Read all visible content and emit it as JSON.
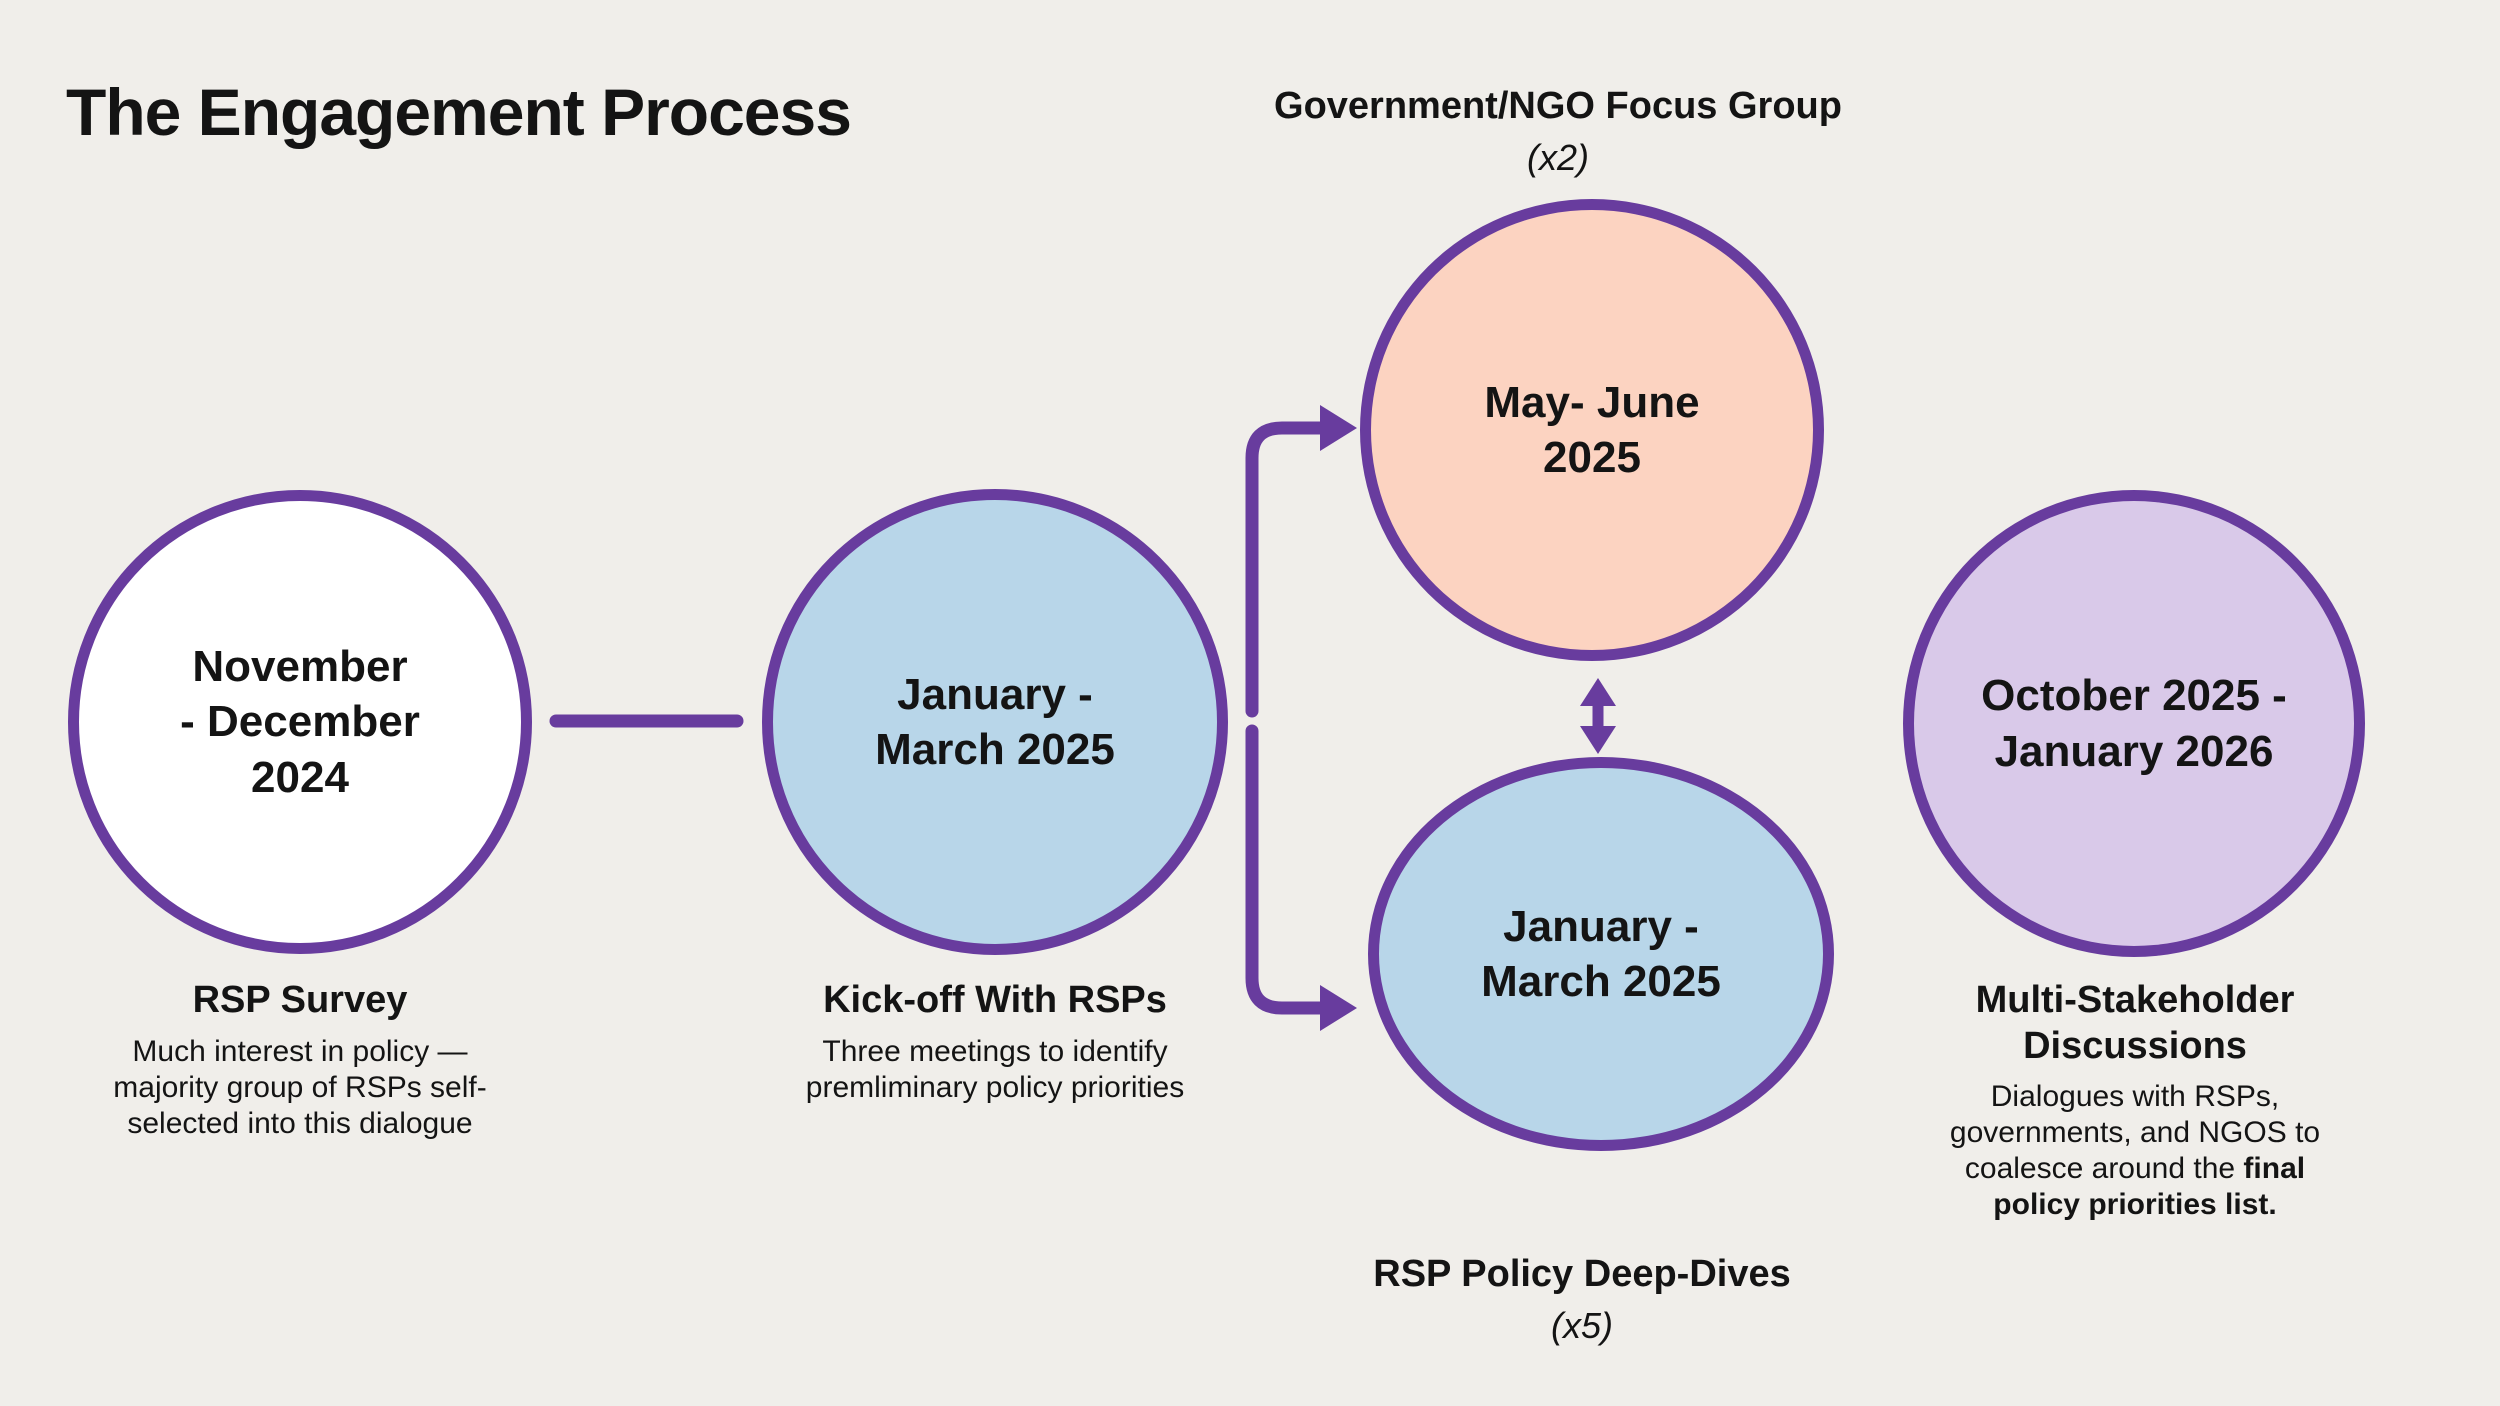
{
  "title": "The Engagement Process",
  "colors": {
    "background": "#f0eeea",
    "purple": "#683c9e",
    "text": "#141414",
    "blue": "#b8d6e9",
    "peach": "#fcd3c1",
    "lavender": "#d9c9e9",
    "white": "#ffffff"
  },
  "stages": {
    "survey": {
      "date": "November\n- December\n2024",
      "heading": "RSP Survey",
      "body": "Much interest in policy —\nmajority group of RSPs self-\nselected into this dialogue"
    },
    "kickoff": {
      "date": "January -\nMarch 2025",
      "heading": "Kick-off With RSPs",
      "body": "Three meetings to identify\npremliminary policy priorities"
    },
    "focus_group": {
      "heading": "Government/NGO Focus Group",
      "count": "(x2)",
      "date": "May- June\n2025"
    },
    "deep_dives": {
      "date": "January -\nMarch 2025",
      "heading": "RSP Policy Deep-Dives",
      "count": "(x5)"
    },
    "discussions": {
      "date": "October 2025 -\nJanuary 2026",
      "heading": "Multi-Stakeholder\nDiscussions",
      "body_regular": "Dialogues with RSPs,\ngovernments, and NGOS to\ncoalesce around the ",
      "body_bold": "final\npolicy priorities list."
    }
  }
}
